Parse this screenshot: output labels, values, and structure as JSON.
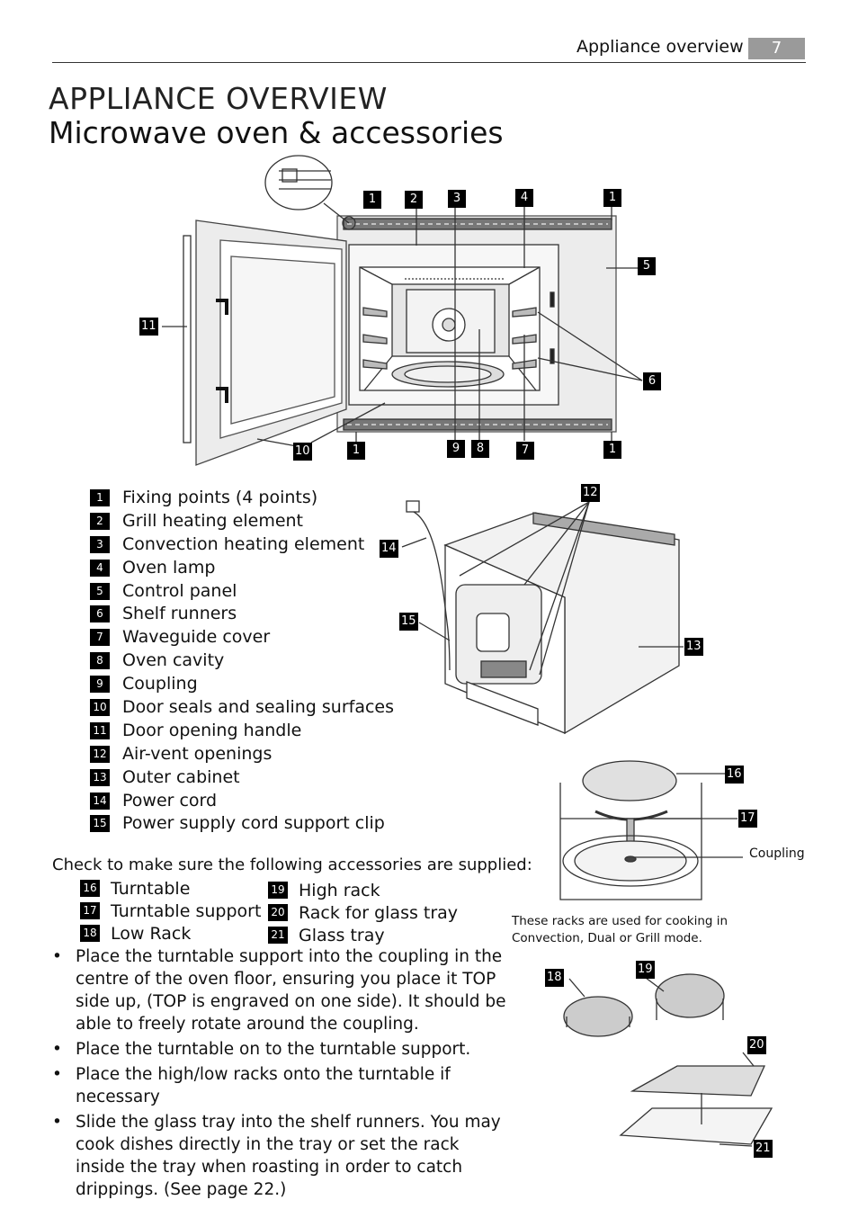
{
  "header": {
    "section": "Appliance overview",
    "page": "7"
  },
  "title": {
    "line1": "APPLIANCE OVERVIEW",
    "line2": "Microwave oven & accessories"
  },
  "parts": [
    {
      "num": "1",
      "label": "Fixing points (4 points)"
    },
    {
      "num": "2",
      "label": "Grill heating element"
    },
    {
      "num": "3",
      "label": "Convection heating element"
    },
    {
      "num": "4",
      "label": "Oven lamp"
    },
    {
      "num": "5",
      "label": "Control panel"
    },
    {
      "num": "6",
      "label": "Shelf runners"
    },
    {
      "num": "7",
      "label": "Waveguide cover"
    },
    {
      "num": "8",
      "label": "Oven cavity"
    },
    {
      "num": "9",
      "label": "Coupling"
    },
    {
      "num": "10",
      "label": "Door seals and sealing surfaces"
    },
    {
      "num": "11",
      "label": "Door opening handle"
    },
    {
      "num": "12",
      "label": "Air-vent openings"
    },
    {
      "num": "13",
      "label": "Outer cabinet"
    },
    {
      "num": "14",
      "label": "Power cord"
    },
    {
      "num": "15",
      "label": "Power supply cord support clip"
    }
  ],
  "accessories_intro": "Check to make sure the following accessories are supplied:",
  "accessories_left": [
    {
      "num": "16",
      "label": "Turntable"
    },
    {
      "num": "17",
      "label": "Turntable support"
    },
    {
      "num": "18",
      "label": "Low Rack"
    }
  ],
  "accessories_right": [
    {
      "num": "19",
      "label": "High rack"
    },
    {
      "num": "20",
      "label": "Rack for glass tray"
    },
    {
      "num": "21",
      "label": "Glass tray"
    }
  ],
  "bullets": [
    "Place the turntable support into the coupling in the centre of the oven floor, ensuring you place it TOP side up, (TOP is engraved on one side).  It should be able to freely rotate around the coupling.",
    "Place the turntable on to the turntable support.",
    "Place the high/low racks onto the turntable if necessary",
    "Slide the glass tray into the shelf runners.  You may cook dishes directly in the tray or set the rack inside the tray when roasting in order to catch drippings. (See page 22.)"
  ],
  "diagram_labels": {
    "coupling": "Coupling",
    "rack_note": "These racks are used for cooking in Convection, Dual or Grill mode."
  },
  "callouts": {
    "c1a": "1",
    "c2": "2",
    "c3": "3",
    "c4": "4",
    "c1b": "1",
    "c5": "5",
    "c11": "11",
    "c6": "6",
    "c10": "10",
    "c1c": "1",
    "c9": "9",
    "c8": "8",
    "c7": "7",
    "c1d": "1",
    "c12": "12",
    "c14": "14",
    "c15": "15",
    "c13": "13",
    "c16": "16",
    "c17": "17",
    "c18": "18",
    "c19": "19",
    "c20": "20",
    "c21": "21"
  }
}
